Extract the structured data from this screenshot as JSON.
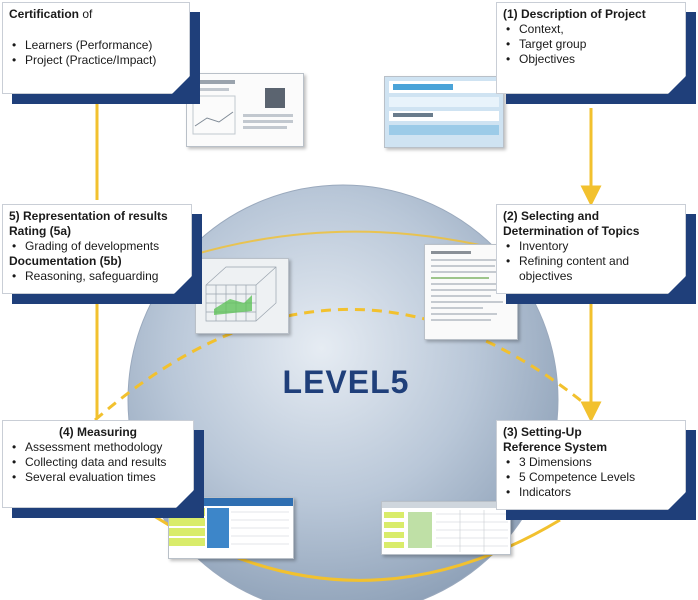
{
  "center_label": "LEVEL5",
  "boxes": {
    "certification": {
      "title": "Certification",
      "title_suffix": " of",
      "items": [
        "Learners (Performance)",
        "Project (Practice/Impact)"
      ]
    },
    "description": {
      "title": "(1) Description of Project",
      "items": [
        "Context,",
        "Target group",
        "Objectives"
      ]
    },
    "selecting": {
      "title_line1": "(2) Selecting and",
      "title_line2": "Determination of Topics",
      "items": [
        "Inventory",
        "Refining content and objectives"
      ]
    },
    "representation": {
      "title_line1": "5) Representation of results",
      "title_line2": "Rating (5a)",
      "items_a": [
        "Grading of developments"
      ],
      "sub_title": "Documentation (5b)",
      "items_b": [
        "Reasoning, safeguarding"
      ]
    },
    "measuring": {
      "title": "(4) Measuring",
      "items": [
        "Assessment methodology",
        "Collecting data and results",
        "Several evaluation times"
      ]
    },
    "reference": {
      "title_line1": "(3) Setting-Up",
      "title_line2": "Reference System",
      "items": [
        "3 Dimensions",
        "5 Competence Levels",
        "Indicators"
      ]
    }
  },
  "colors": {
    "accent": "#1f3f7a",
    "arrow": "#f2c12e",
    "sphere": "#b8c6d8"
  }
}
